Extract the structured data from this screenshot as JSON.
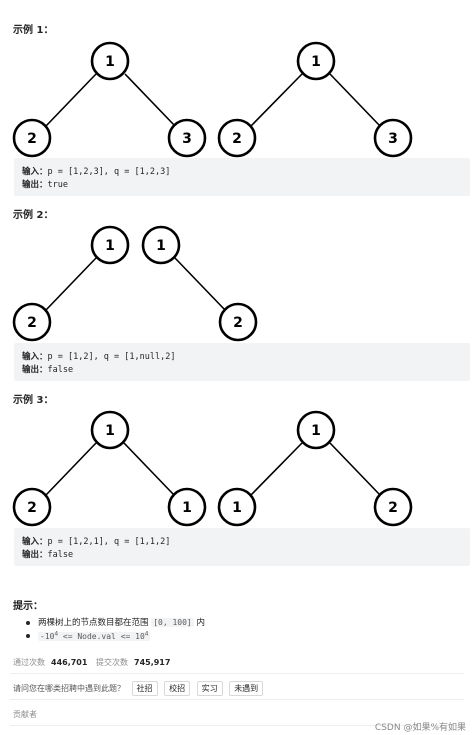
{
  "examples": [
    {
      "title": "示例 1：",
      "left_tree": [
        "1",
        "2",
        "3"
      ],
      "right_tree": [
        "1",
        "2",
        "3"
      ],
      "input_label": "输入：",
      "input_value": "p = [1,2,3], q = [1,2,3]",
      "output_label": "输出：",
      "output_value": "true"
    },
    {
      "title": "示例 2：",
      "left_tree": [
        "1",
        "2"
      ],
      "right_tree": [
        "1",
        "2"
      ],
      "input_label": "输入：",
      "input_value": "p = [1,2], q = [1,null,2]",
      "output_label": "输出：",
      "output_value": "false"
    },
    {
      "title": "示例 3：",
      "left_tree": [
        "1",
        "2",
        "1"
      ],
      "right_tree": [
        "1",
        "1",
        "2"
      ],
      "input_label": "输入：",
      "input_value": "p = [1,2,1], q = [1,1,2]",
      "output_label": "输出：",
      "output_value": "false"
    }
  ],
  "hints": {
    "title": "提示：",
    "item1_prefix": "两棵树上的节点数目都在范围",
    "item1_code": "[0, 100]",
    "item1_suffix": "内",
    "item2_code_a": "-10",
    "item2_exp_a": "4",
    "item2_code_mid": " <= Node.val <= 10",
    "item2_exp_b": "4"
  },
  "stats": {
    "accepted_label": "通过次数",
    "accepted_value": "446,701",
    "submissions_label": "提交次数",
    "submissions_value": "745,917"
  },
  "survey": {
    "question": "请问您在哪类招聘中遇到此题？",
    "tags": [
      "社招",
      "校招",
      "实习",
      "未遇到"
    ]
  },
  "contributors_label": "贡献者",
  "watermark": "CSDN @如果%有如果"
}
